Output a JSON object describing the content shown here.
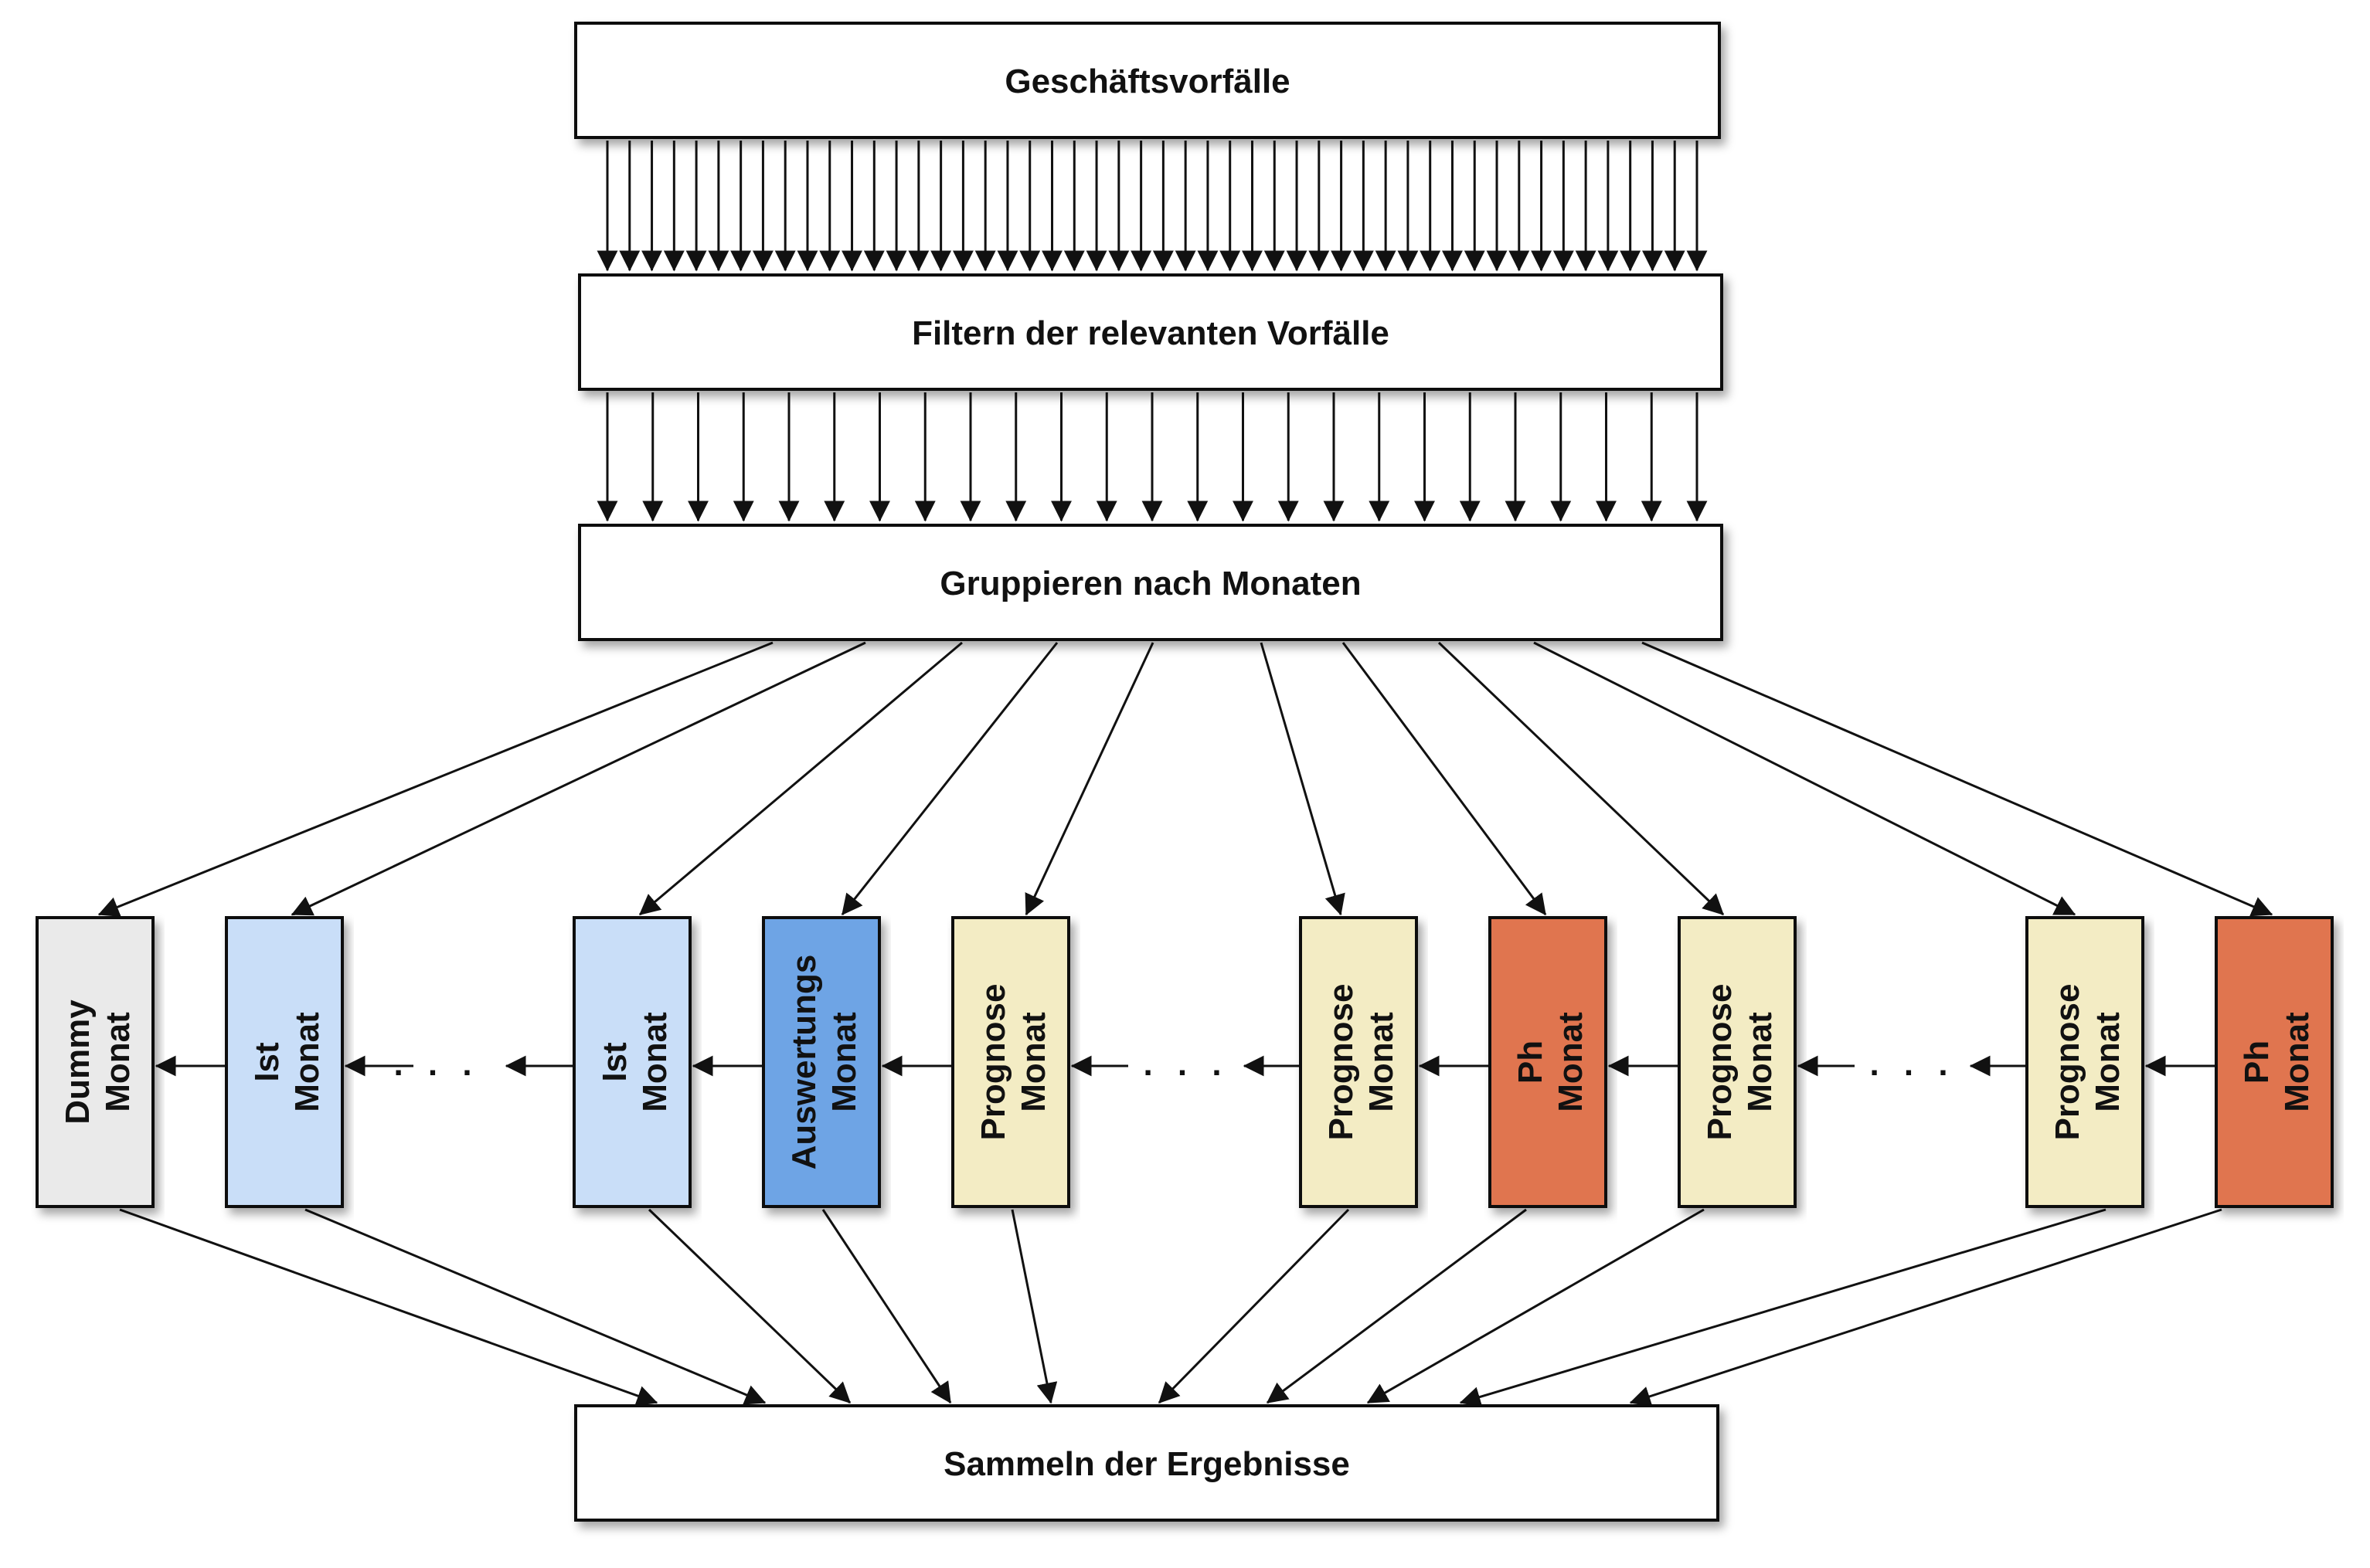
{
  "stages": {
    "top": "Geschäftsvorfälle",
    "filter": "Filtern der relevanten Vorfälle",
    "group": "Gruppieren nach Monaten",
    "collect": "Sammeln der Ergebnisse"
  },
  "months": [
    {
      "line1": "Dummy",
      "line2": "Monat",
      "color": "#eaeaea"
    },
    {
      "line1": "Ist",
      "line2": "Monat",
      "color": "#c9def8"
    },
    {
      "line1": "Ist",
      "line2": "Monat",
      "color": "#c9def8"
    },
    {
      "line1": "Auswertungs",
      "line2": "Monat",
      "color": "#6ea4e5"
    },
    {
      "line1": "Prognose",
      "line2": "Monat",
      "color": "#f3ecc4"
    },
    {
      "line1": "Prognose",
      "line2": "Monat",
      "color": "#f3ecc4"
    },
    {
      "line1": "Ph",
      "line2": "Monat",
      "color": "#e07450"
    },
    {
      "line1": "Prognose",
      "line2": "Monat",
      "color": "#f3ecc4"
    },
    {
      "line1": "Prognose",
      "line2": "Monat",
      "color": "#f3ecc4"
    },
    {
      "line1": "Ph",
      "line2": "Monat",
      "color": "#e07450"
    }
  ],
  "ellipsis": ". . .",
  "colors": {
    "stroke": "#111111",
    "stage_fill": "#ffffff"
  }
}
